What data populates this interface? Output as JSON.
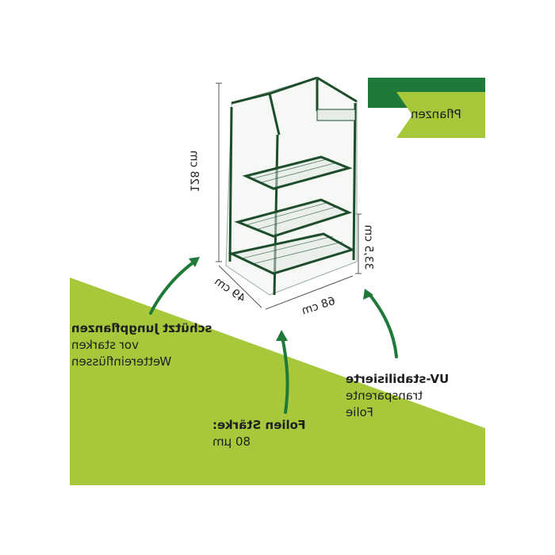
{
  "badge": {
    "text": "Pflanzen"
  },
  "dimensions": {
    "height": "128 cm",
    "width": "68 cm",
    "depth": "49 cm",
    "shelf_gap": "33,5 cm"
  },
  "callouts": {
    "protects": {
      "title": "schützt Jungpflanzen",
      "line1": "vor starken",
      "line2": "Wettereinflüssen"
    },
    "film": {
      "title": "Folien Stärke:",
      "line1": "80 µm"
    },
    "uv": {
      "title": "UV-stabilisierte",
      "line1": "transparente",
      "line2": "Folie"
    }
  },
  "colors": {
    "lime": "#a6c83a",
    "dark_green": "#1f7a3a",
    "frame_green": "#1d4d2a"
  }
}
